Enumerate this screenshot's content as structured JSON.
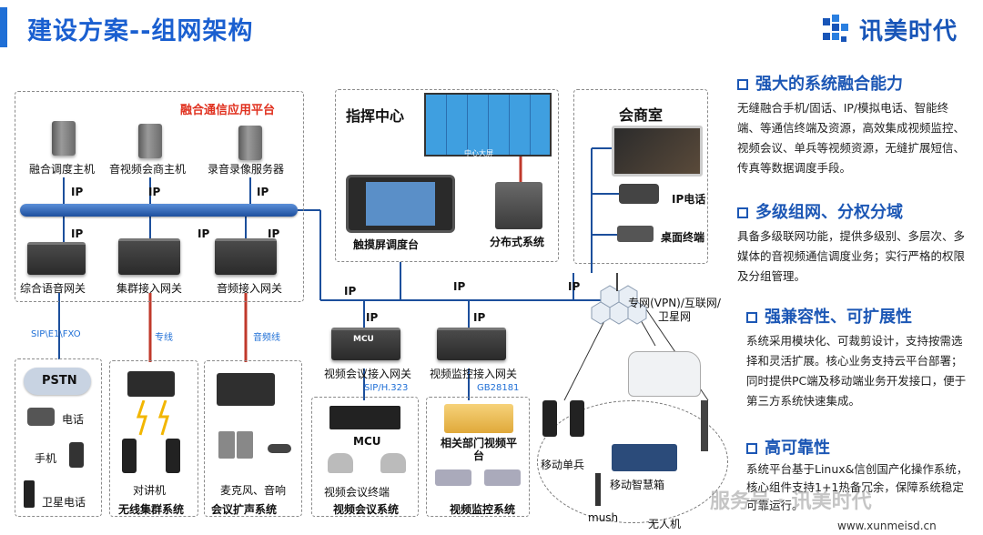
{
  "header": {
    "title": "建设方案--组网架构",
    "logo_text": "讯美时代",
    "accent": "#1a5fd0"
  },
  "platform": {
    "title": "融合通信应用平台",
    "servers": [
      "融合调度主机",
      "音视频会商主机",
      "录音录像服务器"
    ],
    "gateways": [
      "综合语音网关",
      "集群接入网关",
      "音频接入网关"
    ],
    "ip": "IP"
  },
  "links": {
    "sip_fxo": "SIP\\E1\\FXO",
    "dedicated_line": "专线",
    "audio_line": "音频线",
    "sip_h323": "SIP/H.323",
    "gb28181": "GB28181"
  },
  "pstn": {
    "cloud": "PSTN",
    "items": [
      "电话",
      "手机",
      "卫星电话"
    ]
  },
  "trunk": {
    "device": "对讲机",
    "system": "无线集群系统"
  },
  "audio_ext": {
    "device": "麦克风、音响",
    "system": "会议扩声系统"
  },
  "command": {
    "title": "指挥中心",
    "screen_label": "中心大屏",
    "console": "触摸屏调度台",
    "distributed": "分布式系统"
  },
  "meeting_room": {
    "title": "会商室",
    "ip_phone": "IP电话",
    "desk_terminal": "桌面终端"
  },
  "gateways_mid": {
    "mcu_badge": "MCU",
    "vc_gateway": "视频会议接入网关",
    "vm_gateway": "视频监控接入网关"
  },
  "video_conf": {
    "mcu": "MCU",
    "terminal": "视频会议终端",
    "system": "视频会议系统"
  },
  "video_mon": {
    "dept": "相关部门视频平台",
    "system": "视频监控系统"
  },
  "network": {
    "label": "专网(VPN)/互联网/卫星网"
  },
  "mobile": {
    "soldier": "移动单兵",
    "box": "移动智慧箱",
    "mush": "mush",
    "drone": "无人机"
  },
  "features": [
    {
      "heading": "强大的系统融合能力",
      "text": "无缝融合手机/固话、IP/模拟电话、智能终端、等通信终端及资源，高效集成视频监控、视频会议、单兵等视频资源，无缝扩展短信、传真等数据调度手段。"
    },
    {
      "heading": "多级组网、分权分域",
      "text": "具备多级联网功能，提供多级别、多层次、多媒体的音视频通信调度业务；实行严格的权限及分组管理。"
    },
    {
      "heading": "强兼容性、可扩展性",
      "text": "系统采用模块化、可裁剪设计，支持按需选择和灵活扩展。核心业务支持云平台部署；同时提供PC端及移动端业务开发接口，便于第三方系统快速集成。"
    },
    {
      "heading": "高可靠性",
      "text": "系统平台基于Linux&信创国产化操作系统，核心组件支持1+1热备冗余，保障系统稳定可靠运行。"
    }
  ],
  "watermark": {
    "text": "服务号 · 讯美时代",
    "url": "www.xunmeisd.cn"
  }
}
